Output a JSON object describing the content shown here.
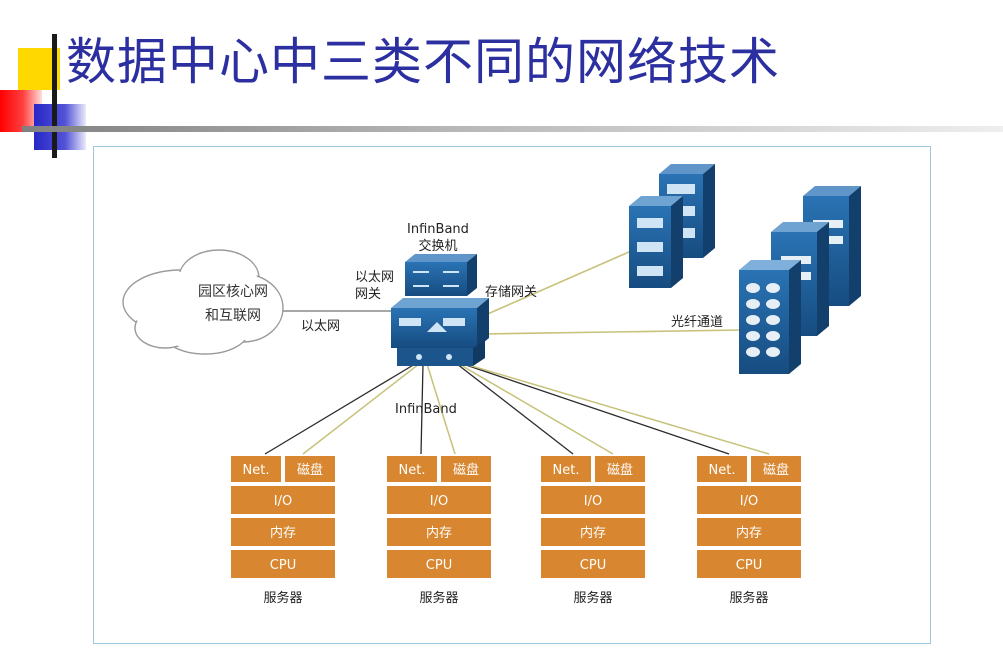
{
  "slide": {
    "title": "数据中心中三类不同的网络技术"
  },
  "diagram": {
    "cloud_line1": "园区核心网",
    "cloud_line2": "和互联网",
    "switch_label_line1": "InfinBand",
    "switch_label_line2": "交换机",
    "ethernet_gateway_line1": "以太网",
    "ethernet_gateway_line2": "网关",
    "ethernet_label": "以太网",
    "storage_gateway_label": "存储网关",
    "fiber_channel_label": "光纤通道",
    "infiniband_link_label": "InfinBand",
    "server_net": "Net.",
    "server_disk": "磁盘",
    "server_io": "I/O",
    "server_mem": "内存",
    "server_cpu": "CPU",
    "server_caption": "服务器"
  },
  "colors": {
    "title": "#2b2f9f",
    "server_block": "#d8862f",
    "equipment_blue": "#1f5f99",
    "ethernet_line": "#8a8a8a",
    "infiniband_line": "#2b2b2b",
    "storage_line": "#c6c27a"
  }
}
